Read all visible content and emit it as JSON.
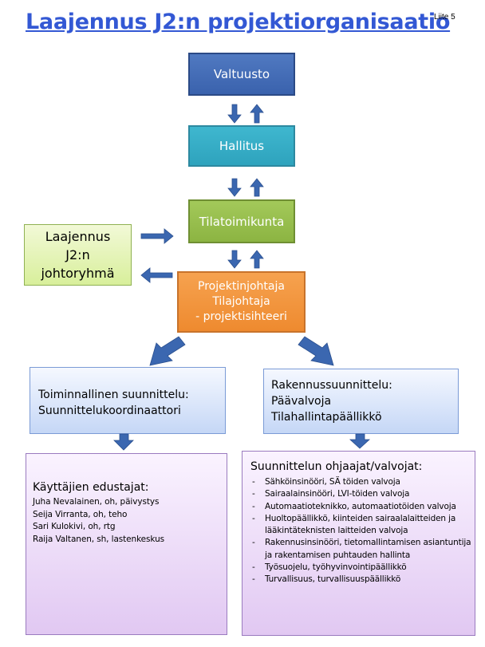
{
  "title": "Laajennus J2:n  projektiorganisaatio",
  "attachment_label": "Liite 5",
  "boxes": {
    "valtuusto": "Valtuusto",
    "hallitus": "Hallitus",
    "tilatoimikunta": "Tilatoimikunta",
    "projektinjohtaja": [
      "Projektinjohtaja",
      "Tilajohtaja",
      "- projektisihteeri"
    ],
    "johtoryhma": [
      "Laajennus",
      "J2:n",
      "johtoryhmä"
    ],
    "toiminnallinen": [
      "Toiminnallinen suunnittelu:",
      "Suunnittelukoordinaattori"
    ],
    "rakennus": [
      "Rakennussuunnittelu:",
      "Päävalvoja",
      "Tilahallintapäällikkö"
    ]
  },
  "user_reps": {
    "heading": "Käyttäjien edustajat:",
    "people": [
      "Juha Nevalainen, oh, päivystys",
      "Seija Virranta, oh, teho",
      "Sari Kulokivi, oh, rtg",
      "Raija Valtanen, sh, lastenkeskus"
    ]
  },
  "supervisors": {
    "heading": "Suunnittelun ohjaajat/valvojat:",
    "items": [
      "Sähköinsinööri,  SÄ töiden valvoja",
      "Sairaalainsinööri, LVI-töiden valvoja",
      "Automaatioteknikko, automaatiotöiden valvoja",
      "Huoltopäällikkö, kiinteiden sairaalalaitteiden ja lääkintäteknisten laitteiden valvoja",
      "Rakennusinsinööri, tietomallintamisen asiantuntija ja rakentamisen puhtauden hallinta",
      "Työsuojelu, työhyvinvointipäällikkö",
      "Turvallisuus, turvallisuuspäällikkö"
    ]
  },
  "colors": {
    "title": "#3358d4",
    "valtuusto": "#4a72bc",
    "hallitus": "#35adc6",
    "tilatoimikunta": "#98bf4e",
    "projektinjohtaja": "#f29540",
    "johtoryhma": "#e2f3b3",
    "blue_boxes": "#d6e3fa",
    "purple_boxes": "#ead7f7",
    "arrows": "#3b67b0"
  }
}
